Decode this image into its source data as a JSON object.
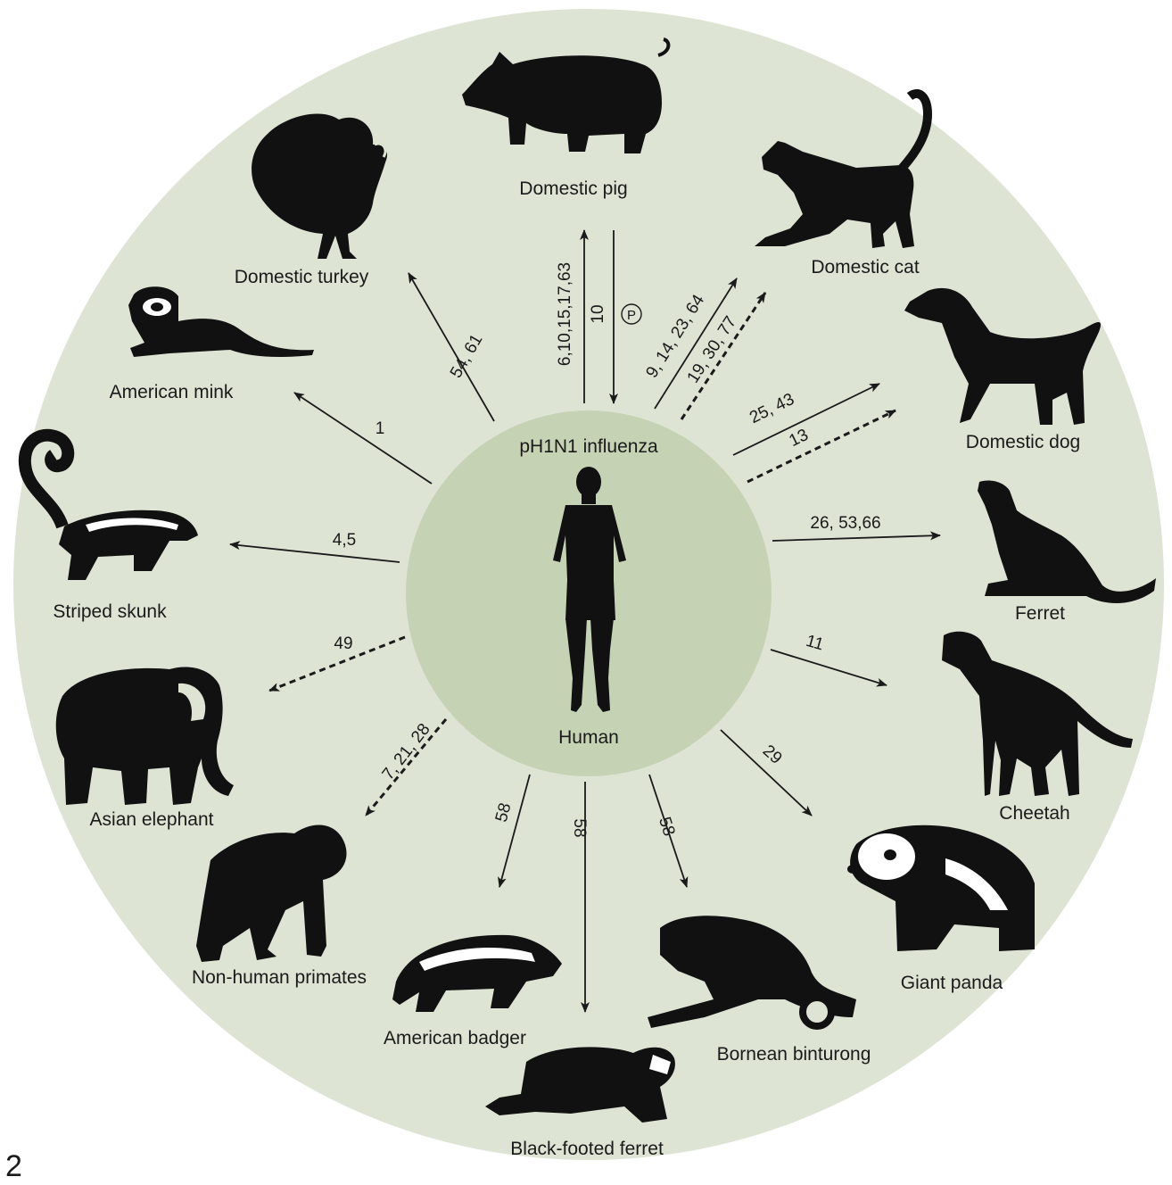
{
  "panel_label": "2",
  "center": {
    "pathogen": "pH1N1 influenza",
    "host": "Human",
    "host_icon": "human-silhouette-icon"
  },
  "colors": {
    "outer_disc": "#dde4d4",
    "inner_disc": "#c5d3b4",
    "silhouette": "#111111",
    "arrow": "#1a1a1a"
  },
  "animals": [
    {
      "id": "domestic-pig",
      "label": "Domestic pig",
      "icon": "pig-icon"
    },
    {
      "id": "domestic-cat",
      "label": "Domestic cat",
      "icon": "cat-icon"
    },
    {
      "id": "domestic-dog",
      "label": "Domestic dog",
      "icon": "dog-icon"
    },
    {
      "id": "ferret",
      "label": "Ferret",
      "icon": "ferret-icon"
    },
    {
      "id": "cheetah",
      "label": "Cheetah",
      "icon": "cheetah-icon"
    },
    {
      "id": "giant-panda",
      "label": "Giant panda",
      "icon": "panda-icon"
    },
    {
      "id": "bornean-binturong",
      "label": "Bornean binturong",
      "icon": "binturong-icon"
    },
    {
      "id": "black-footed-ferret",
      "label": "Black-footed ferret",
      "icon": "black-footed-ferret-icon"
    },
    {
      "id": "american-badger",
      "label": "American badger",
      "icon": "badger-icon"
    },
    {
      "id": "non-human-primates",
      "label": "Non-human primates",
      "icon": "primate-icon"
    },
    {
      "id": "asian-elephant",
      "label": "Asian elephant",
      "icon": "elephant-icon"
    },
    {
      "id": "striped-skunk",
      "label": "Striped skunk",
      "icon": "skunk-icon"
    },
    {
      "id": "american-mink",
      "label": "American mink",
      "icon": "mink-icon"
    },
    {
      "id": "domestic-turkey",
      "label": "Domestic turkey",
      "icon": "turkey-icon"
    }
  ],
  "transmissions": [
    {
      "target": "domestic-pig",
      "direction": "human-to-animal",
      "style": "solid",
      "refs": "6,10,15,17,63"
    },
    {
      "target": "domestic-pig",
      "direction": "animal-to-human",
      "style": "solid",
      "refs": "10",
      "note_symbol": "P"
    },
    {
      "target": "domestic-cat",
      "direction": "human-to-animal",
      "style": "solid",
      "refs": "9, 14, 23, 64"
    },
    {
      "target": "domestic-cat",
      "direction": "human-to-animal",
      "style": "dashed",
      "refs": "19, 30, 77"
    },
    {
      "target": "domestic-dog",
      "direction": "human-to-animal",
      "style": "solid",
      "refs": "25, 43"
    },
    {
      "target": "domestic-dog",
      "direction": "human-to-animal",
      "style": "dashed",
      "refs": "13"
    },
    {
      "target": "ferret",
      "direction": "human-to-animal",
      "style": "solid",
      "refs": "26, 53,66"
    },
    {
      "target": "cheetah",
      "direction": "human-to-animal",
      "style": "solid",
      "refs": "11"
    },
    {
      "target": "giant-panda",
      "direction": "human-to-animal",
      "style": "solid",
      "refs": "29"
    },
    {
      "target": "bornean-binturong",
      "direction": "human-to-animal",
      "style": "solid",
      "refs": "58"
    },
    {
      "target": "black-footed-ferret",
      "direction": "human-to-animal",
      "style": "solid",
      "refs": "58"
    },
    {
      "target": "american-badger",
      "direction": "human-to-animal",
      "style": "solid",
      "refs": "58"
    },
    {
      "target": "non-human-primates",
      "direction": "human-to-animal",
      "style": "dashed",
      "refs": "7, 21, 28"
    },
    {
      "target": "asian-elephant",
      "direction": "human-to-animal",
      "style": "dashed",
      "refs": "49"
    },
    {
      "target": "striped-skunk",
      "direction": "human-to-animal",
      "style": "solid",
      "refs": "4,5"
    },
    {
      "target": "american-mink",
      "direction": "human-to-animal",
      "style": "solid",
      "refs": "1"
    },
    {
      "target": "domestic-turkey",
      "direction": "human-to-animal",
      "style": "solid",
      "refs": "54, 61"
    }
  ]
}
